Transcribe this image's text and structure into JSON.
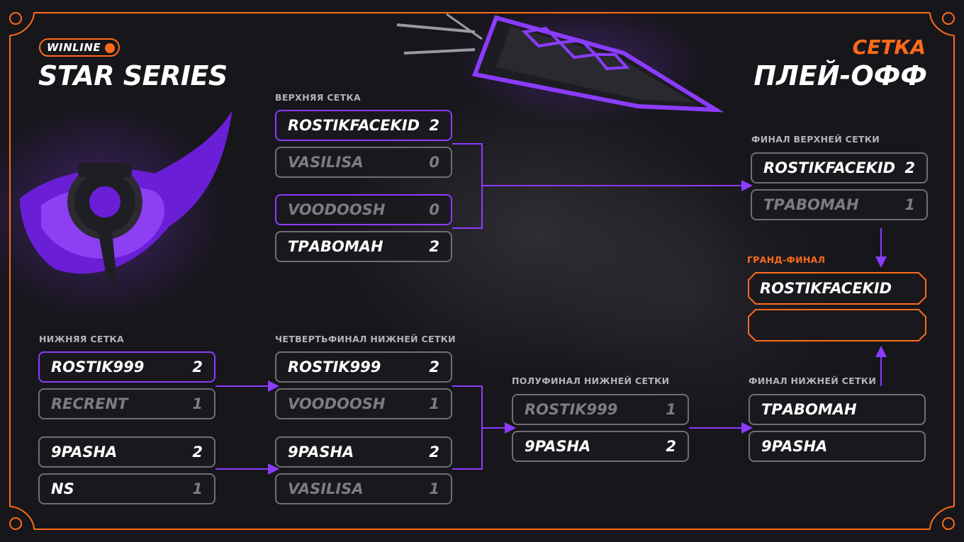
{
  "brand": {
    "logo_text": "WINLINE",
    "event_title": "STAR SERIES"
  },
  "heading": {
    "sub": "СЕТКА",
    "main": "ПЛЕЙ-ОФФ"
  },
  "colors": {
    "accent_orange": "#ff6a1a",
    "accent_purple": "#8b3cff",
    "muted_border": "#6e6e74"
  },
  "upper_bracket": {
    "label": "ВЕРХНЯЯ СЕТКА",
    "match1": {
      "p1": {
        "name": "ROSTIKFACEKID",
        "score": "2"
      },
      "p2": {
        "name": "VASILISA",
        "score": "0"
      }
    },
    "match2": {
      "p1": {
        "name": "VOODOOSH",
        "score": "0"
      },
      "p2": {
        "name": "ТРАВОМАН",
        "score": "2"
      }
    }
  },
  "upper_final": {
    "label": "ФИНАЛ ВЕРХНЕЙ СЕТКИ",
    "p1": {
      "name": "ROSTIKFACEKID",
      "score": "2"
    },
    "p2": {
      "name": "ТРАВОМАН",
      "score": "1"
    }
  },
  "grand_final": {
    "label": "ГРАНД-ФИНАЛ",
    "p1": {
      "name": "ROSTIKFACEKID"
    },
    "p2": {
      "name": ""
    }
  },
  "lower_bracket": {
    "label": "НИЖНЯЯ СЕТКА",
    "match1": {
      "p1": {
        "name": "ROSTIK999",
        "score": "2"
      },
      "p2": {
        "name": "RECRENT",
        "score": "1"
      }
    },
    "match2": {
      "p1": {
        "name": "9PASHA",
        "score": "2"
      },
      "p2": {
        "name": "NS",
        "score": "1"
      }
    }
  },
  "lower_quarterfinal": {
    "label": "ЧЕТВЕРТЬФИНАЛ НИЖНЕЙ СЕТКИ",
    "match1": {
      "p1": {
        "name": "ROSTIK999",
        "score": "2"
      },
      "p2": {
        "name": "VOODOOSH",
        "score": "1"
      }
    },
    "match2": {
      "p1": {
        "name": "9PASHA",
        "score": "2"
      },
      "p2": {
        "name": "VASILISA",
        "score": "1"
      }
    }
  },
  "lower_semifinal": {
    "label": "ПОЛУФИНАЛ НИЖНЕЙ СЕТКИ",
    "p1": {
      "name": "ROSTIK999",
      "score": "1"
    },
    "p2": {
      "name": "9PASHA",
      "score": "2"
    }
  },
  "lower_final": {
    "label": "ФИНАЛ НИЖНЕЙ СЕТКИ",
    "p1": {
      "name": "ТРАВОМАН"
    },
    "p2": {
      "name": "9PASHA"
    }
  }
}
